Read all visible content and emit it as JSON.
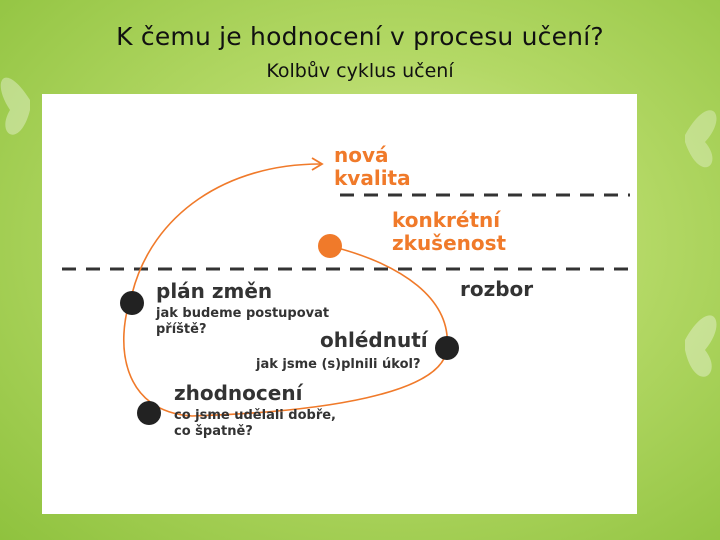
{
  "slide": {
    "title": "K čemu je hodnocení v procesu učení?",
    "subtitle": "Kolbův cyklus učení"
  },
  "diagram": {
    "accent_color": "#f07a2a",
    "text_color": "#333333",
    "nodes": {
      "nova_kvalita": {
        "line1": "nová",
        "line2": "kvalita"
      },
      "konkretni": {
        "line1": "konkrétní",
        "line2": "zkušenost"
      },
      "plan": {
        "title": "plán změn",
        "sub1": "jak budeme postupovat",
        "sub2": "příště?"
      },
      "rozbor": {
        "label": "rozbor"
      },
      "ohlednuti": {
        "title": "ohlédnutí",
        "sub1": "jak jsme (s)plnili úkol?"
      },
      "zhodnoceni": {
        "title": "zhodnocení",
        "sub1": "co jsme udělali dobře,",
        "sub2": "co špatně?"
      }
    }
  }
}
